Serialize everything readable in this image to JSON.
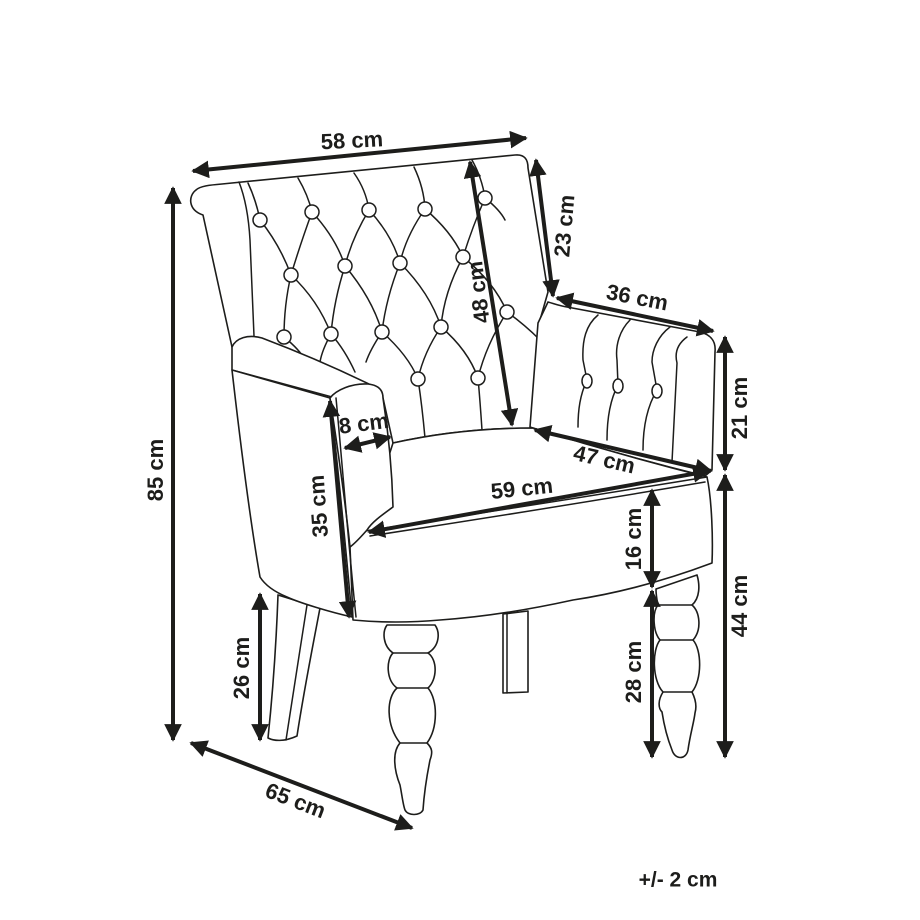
{
  "diagram": {
    "subject": "armchair-dimensions",
    "dimensions": {
      "back_width": "58 cm",
      "backrest_above_arm": "23 cm",
      "backrest_height": "48 cm",
      "arm_depth": "36 cm",
      "arm_height_above_seat": "21 cm",
      "seat_depth": "47 cm",
      "seat_width": "59 cm",
      "arm_width": "8 cm",
      "arm_front_height": "35 cm",
      "seat_cushion_height": "16 cm",
      "front_leg_height": "28 cm",
      "seat_height": "44 cm",
      "total_height": "85 cm",
      "back_leg_height": "26 cm",
      "total_depth": "65 cm"
    },
    "tolerance": "+/- 2 cm"
  },
  "colors": {
    "line": "#1d1d1b",
    "background": "#ffffff"
  }
}
